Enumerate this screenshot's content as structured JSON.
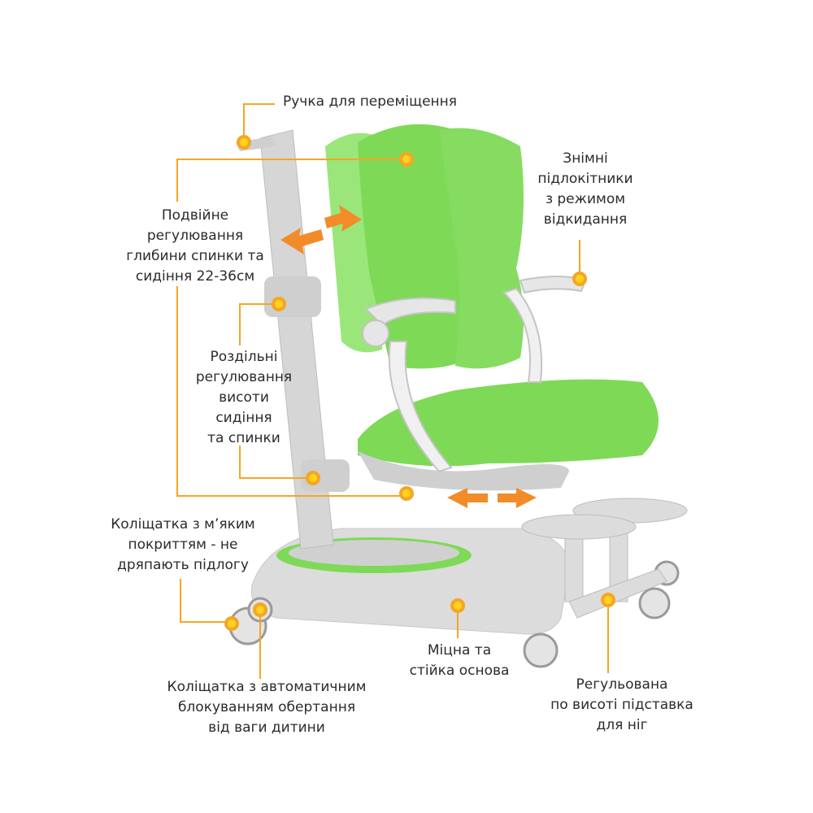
{
  "colors": {
    "accent": "#f5a623",
    "dot_center": "#ffd21f",
    "upholstery": "#7ed957",
    "frame": "#d9d9d9",
    "arrow": "#f28c28"
  },
  "labels": {
    "handle": [
      "Ручка для переміщення"
    ],
    "depth": [
      "Подвійне",
      "регулювання",
      "глибини спинки та",
      "сидіння 22-36см"
    ],
    "armrests": [
      "Знімні",
      "підлокітники",
      "з режимом",
      "відкидання"
    ],
    "height": [
      "Роздільні",
      "регулювання",
      "висоти",
      "сидіння",
      "та спинки"
    ],
    "soft_wheels": [
      "Коліщатка з м’яким",
      "покриттям - не",
      "дряпають підлогу"
    ],
    "base": [
      "Міцна та",
      "стійка основа"
    ],
    "lock_wheels": [
      "Коліщатка з автоматичним",
      "блокуванням обертання",
      "від ваги дитини"
    ],
    "footrest": [
      "Регульована",
      "по висоті підставка",
      "для ніг"
    ]
  }
}
